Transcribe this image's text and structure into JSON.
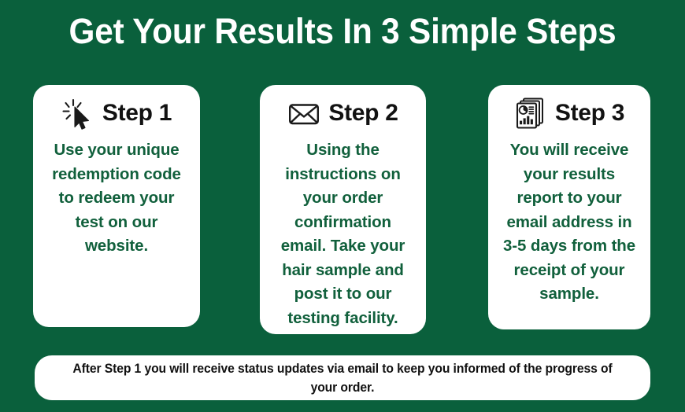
{
  "poster": {
    "title": "Get Your Results In 3 Simple Steps",
    "background_color": "#0a603c",
    "card_background_color": "#ffffff",
    "body_text_color": "#11603c",
    "heading_text_color": "#121212",
    "title_text_color": "#ffffff"
  },
  "steps": [
    {
      "icon": "click-cursor-icon",
      "heading": "Step 1",
      "body": "Use your unique redemption code to redeem your test on our website."
    },
    {
      "icon": "envelope-icon",
      "heading": "Step 2",
      "body": "Using the instructions on your order confirmation email. Take your hair sample and post it to our testing facility."
    },
    {
      "icon": "report-document-icon",
      "heading": "Step 3",
      "body": "You will receive your results report to your email address in 3-5 days from the receipt of your sample."
    }
  ],
  "footer": {
    "text": "After Step 1 you will receive status updates via email to keep you informed of the progress of your order."
  }
}
